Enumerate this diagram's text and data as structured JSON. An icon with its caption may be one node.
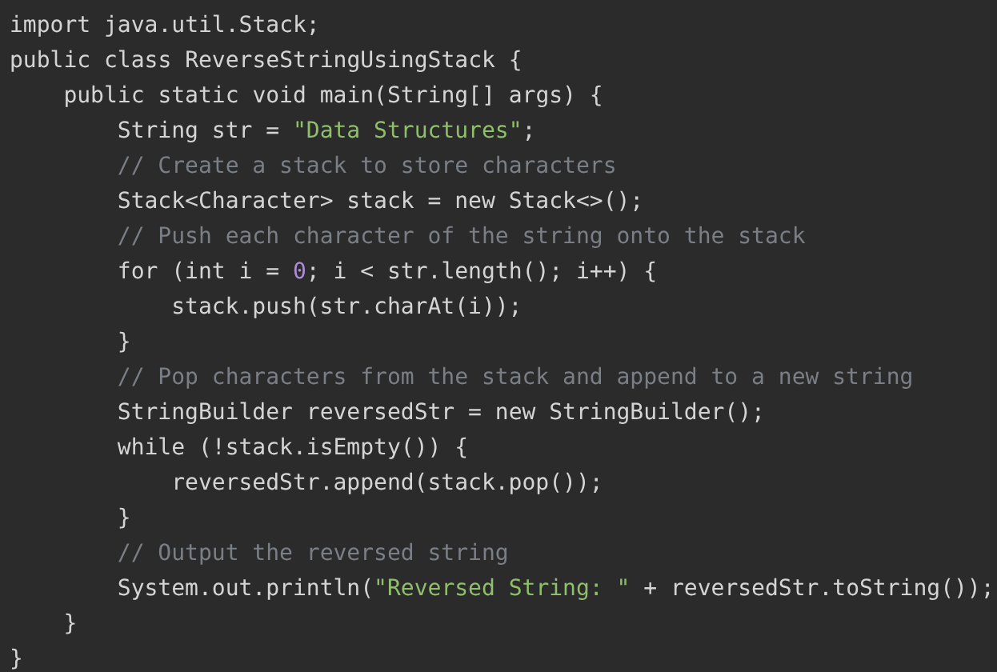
{
  "diagram": {
    "labels": [
      "import java.util.Stack;",
      "public class ReverseStringUsingStack {",
      "public static void main(String[] args) {",
      "String str = \"Data Structures\";",
      "// Create a stack to store characters",
      "Stack<Character> stack = new Stack<>();",
      "// Push each character of the string onto the stack",
      "for (int i = 0; i < str.length(); i++) {",
      "stack.push(str.charAt(i));",
      "}",
      "// Pop characters from the stack and append to a new string",
      "StringBuilder reversedStr = new StringBuilder();",
      "while (!stack.isEmpty()) {",
      "reversedStr.append(stack.pop());",
      "}",
      "// Output the reversed string",
      "System.out.println(\"Reversed String: \" + reversedStr.toString());",
      "}",
      "}"
    ]
  }
}
